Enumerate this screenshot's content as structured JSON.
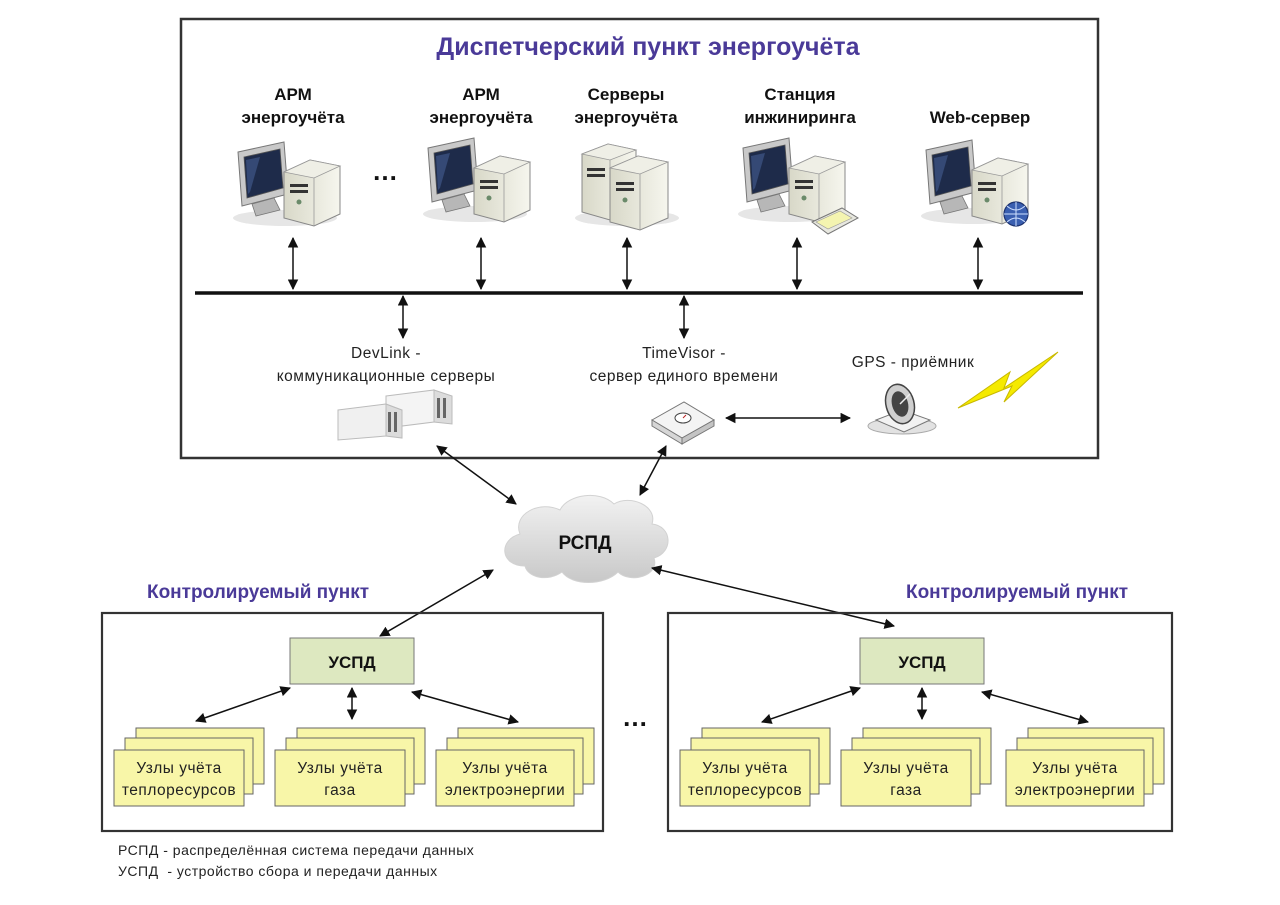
{
  "dispatch": {
    "title": "Диспетчерский пункт энергоучёта",
    "workstations": [
      {
        "line1": "АРМ",
        "line2": "энергоучёта",
        "icon": "workstation-icon"
      },
      {
        "line1": "АРМ",
        "line2": "энергоучёта",
        "icon": "workstation-icon"
      },
      {
        "line1": "Серверы",
        "line2": "энергоучёта",
        "icon": "server-pair-icon"
      },
      {
        "line1": "Станция",
        "line2": "инжиниринга",
        "icon": "engineering-station-icon"
      },
      {
        "line1": "",
        "line2": "Web-сервер",
        "icon": "web-server-icon"
      }
    ],
    "ellipsis": "…",
    "devlink": {
      "line1": "DevLink -",
      "line2": "коммуникационные серверы"
    },
    "timevisor": {
      "line1": "TimeVisor -",
      "line2": "сервер единого времени"
    },
    "gps": {
      "label": "GPS - приёмник"
    }
  },
  "network": {
    "label": "РСПД"
  },
  "controlled_points": [
    {
      "title": "Контролируемый пункт",
      "uspd": "УСПД",
      "nodes": [
        {
          "line1": "Узлы учёта",
          "line2": "теплоресурсов"
        },
        {
          "line1": "Узлы учёта",
          "line2": "газа"
        },
        {
          "line1": "Узлы учёта",
          "line2": "электроэнергии"
        }
      ]
    },
    {
      "title": "Контролируемый пункт",
      "uspd": "УСПД",
      "nodes": [
        {
          "line1": "Узлы учёта",
          "line2": "теплоресурсов"
        },
        {
          "line1": "Узлы учёта",
          "line2": "газа"
        },
        {
          "line1": "Узлы учёта",
          "line2": "электроэнергии"
        }
      ]
    }
  ],
  "between_points_ellipsis": "…",
  "legend": [
    "РСПД - распределённая система передачи данных",
    "УСПД  - устройство сбора и передачи данных"
  ],
  "colors": {
    "title": "#4a3a98",
    "uspd_fill": "#dde8c0",
    "node_fill": "#f8f6a8",
    "frame": "#333333"
  }
}
